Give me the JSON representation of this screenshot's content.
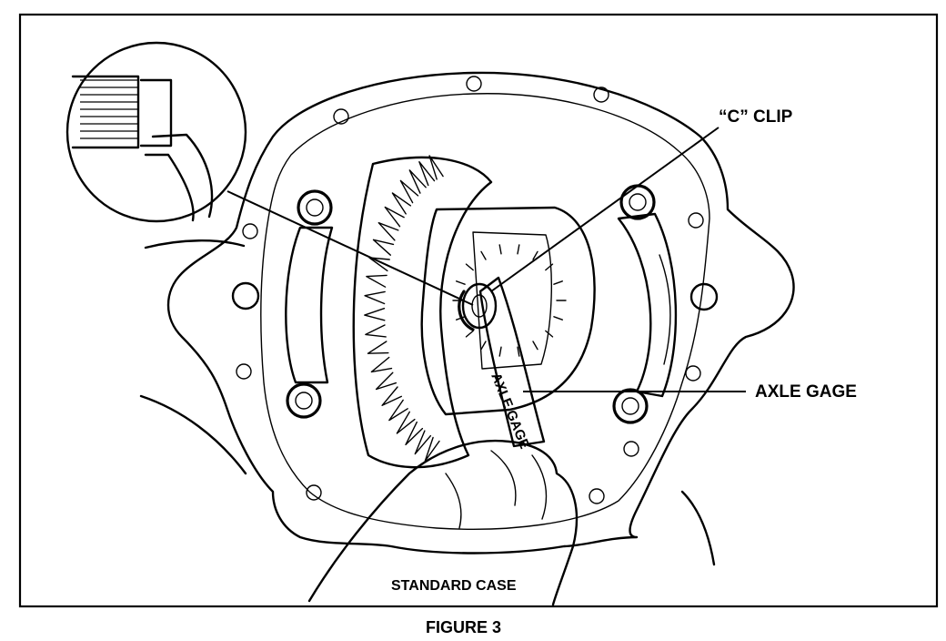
{
  "figure": {
    "caption": "FIGURE 3",
    "labels": {
      "c_clip": "“C” CLIP",
      "axle_gage": "AXLE GAGE",
      "standard_case": "STANDARD CASE",
      "tool_text": "AXLE GAGE"
    }
  }
}
